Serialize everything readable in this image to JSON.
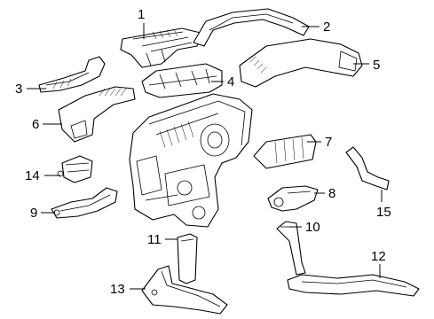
{
  "diagram": {
    "callouts": [
      {
        "id": "1",
        "label": "1"
      },
      {
        "id": "2",
        "label": "2"
      },
      {
        "id": "3",
        "label": "3"
      },
      {
        "id": "4",
        "label": "4"
      },
      {
        "id": "5",
        "label": "5"
      },
      {
        "id": "6",
        "label": "6"
      },
      {
        "id": "7",
        "label": "7"
      },
      {
        "id": "8",
        "label": "8"
      },
      {
        "id": "9",
        "label": "9"
      },
      {
        "id": "10",
        "label": "10"
      },
      {
        "id": "11",
        "label": "11"
      },
      {
        "id": "12",
        "label": "12"
      },
      {
        "id": "13",
        "label": "13"
      },
      {
        "id": "14",
        "label": "14"
      },
      {
        "id": "15",
        "label": "15"
      }
    ],
    "colors": {
      "line": "#000000",
      "background": "#ffffff"
    }
  }
}
